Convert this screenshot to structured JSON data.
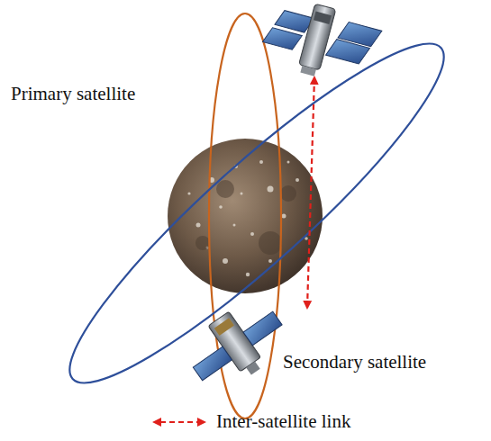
{
  "diagram": {
    "labels": [
      "Primary satellite",
      "Secondary satellite"
    ],
    "legend": [
      {
        "text": "Inter-satellite link"
      }
    ]
  }
}
